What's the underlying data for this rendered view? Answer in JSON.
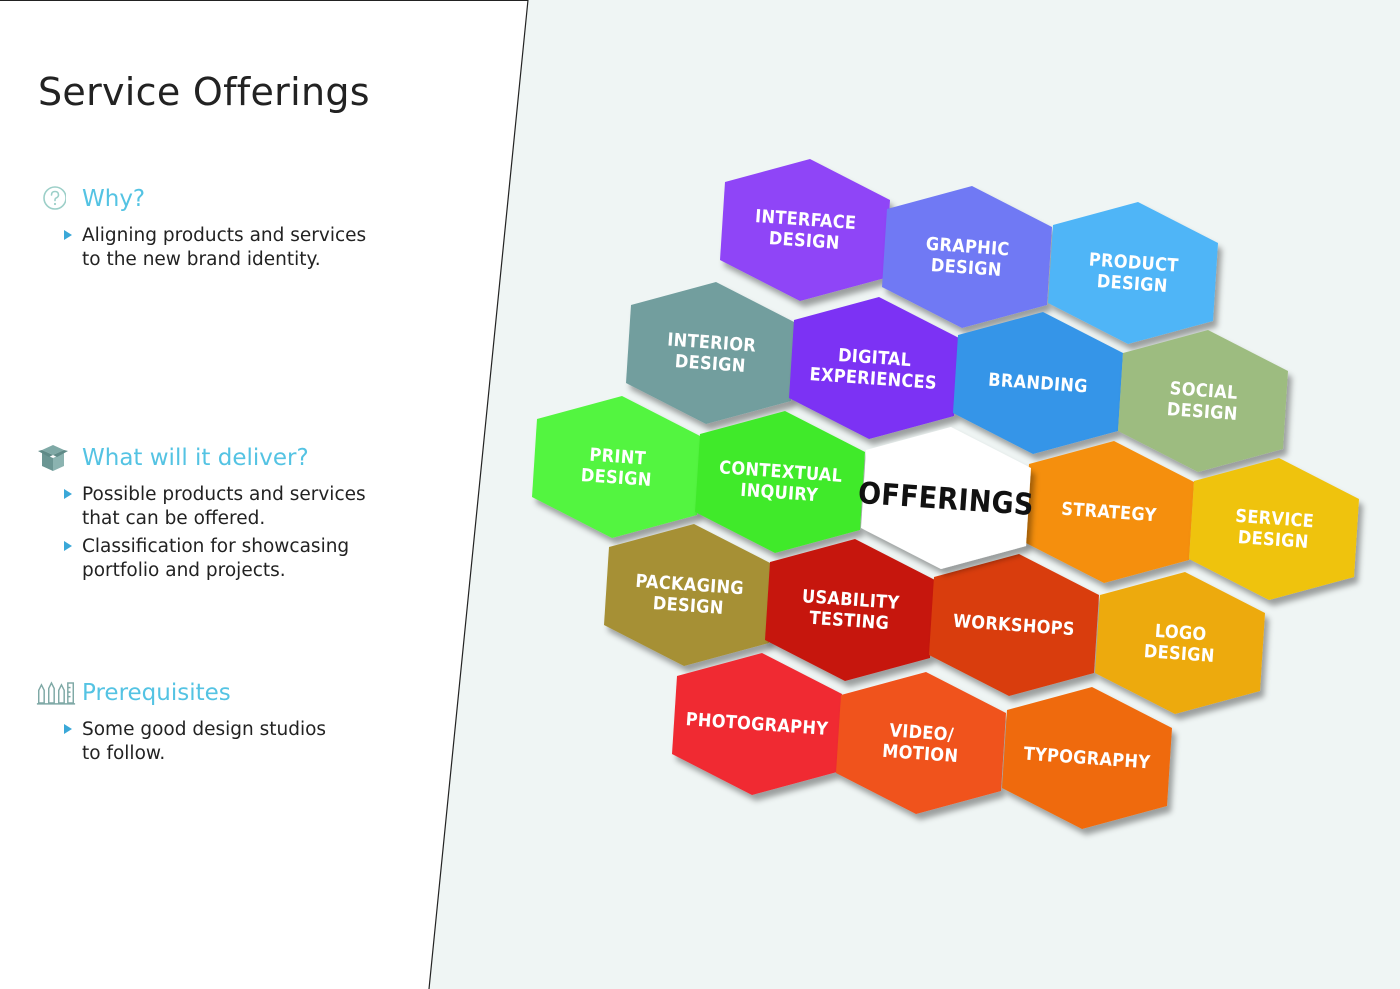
{
  "page": {
    "title": "Service Offerings",
    "colors": {
      "accent": "#54c3e3",
      "left_panel": "#ffffff",
      "right_panel": "#eff5f4",
      "divider": "#222222"
    }
  },
  "sections": [
    {
      "icon": "question-circle-icon",
      "title": "Why?",
      "bullets": [
        "Aligning products and services\nto the new brand identity."
      ]
    },
    {
      "icon": "open-box-icon",
      "title": "What will it deliver?",
      "bullets": [
        "Possible products and services\nthat can be offered.",
        "Classification for showcasing\nportfolio and projects."
      ]
    },
    {
      "icon": "design-tools-icon",
      "title": "Prerequisites",
      "bullets": [
        "Some good design studios\nto follow."
      ]
    }
  ],
  "diagram": {
    "type": "hexagon-cluster",
    "center": "OFFERINGS",
    "hexagons": [
      {
        "lines": [
          "INTERFACE",
          "DESIGN"
        ],
        "color": "#8f45f7"
      },
      {
        "lines": [
          "GRAPHIC",
          "DESIGN"
        ],
        "color": "#6f79f4"
      },
      {
        "lines": [
          "PRODUCT",
          "DESIGN"
        ],
        "color": "#4fb5f7"
      },
      {
        "lines": [
          "INTERIOR",
          "DESIGN"
        ],
        "color": "#729e9e"
      },
      {
        "lines": [
          "DIGITAL",
          "EXPERIENCES"
        ],
        "color": "#7b30f4"
      },
      {
        "lines": [
          "BRANDING"
        ],
        "color": "#3495e8"
      },
      {
        "lines": [
          "SOCIAL",
          "DESIGN"
        ],
        "color": "#9dbc80"
      },
      {
        "lines": [
          "PRINT",
          "DESIGN"
        ],
        "color": "#53f53f"
      },
      {
        "lines": [
          "CONTEXTUAL",
          "INQUIRY"
        ],
        "color": "#41ea2c"
      },
      {
        "lines": [
          "STRATEGY"
        ],
        "color": "#f58f0d"
      },
      {
        "lines": [
          "SERVICE",
          "DESIGN"
        ],
        "color": "#efc30d"
      },
      {
        "lines": [
          "PACKAGING",
          "DESIGN"
        ],
        "color": "#a69035"
      },
      {
        "lines": [
          "USABILITY",
          "TESTING"
        ],
        "color": "#c6180f"
      },
      {
        "lines": [
          "WORKSHOPS"
        ],
        "color": "#d93e0c"
      },
      {
        "lines": [
          "LOGO",
          "DESIGN"
        ],
        "color": "#edaa0d"
      },
      {
        "lines": [
          "PHOTOGRAPHY"
        ],
        "color": "#f02a32"
      },
      {
        "lines": [
          "VIDEO/",
          "MOTION"
        ],
        "color": "#f0521c"
      },
      {
        "lines": [
          "TYPOGRAPHY"
        ],
        "color": "#ef6b0b"
      }
    ]
  }
}
